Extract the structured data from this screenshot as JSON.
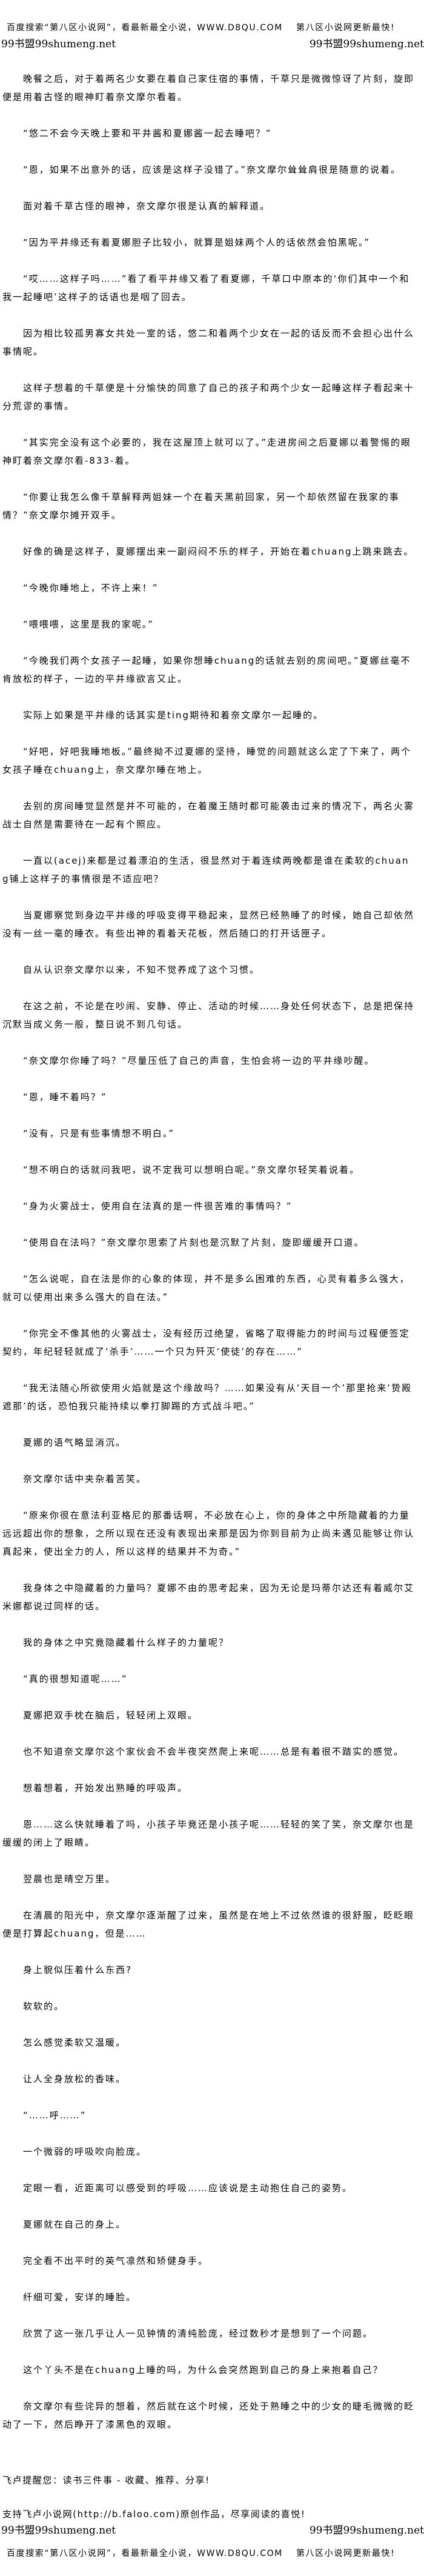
{
  "header": {
    "ad_text": "百度搜索“第八区小说网”，看最新最全小说，WWW.D8QU.COM",
    "ad_right": "第八区小说网更新最快!",
    "mark_left": "99书盟99shumeng.net",
    "mark_right": "99书盟99shumeng.net"
  },
  "paragraphs": [
    "晚餐之后，对于着两名少女要在着自己家住宿的事情，千草只是微微惊讶了片刻，旋即便是用着古怪的眼神盯着奈文摩尔看着。",
    "“悠二不会今天晚上要和平井酱和夏娜酱一起去睡吧？”",
    "“恩，如果不出意外的话，应该是这样子没错了。”奈文摩尔耸耸肩很是随意的说着。",
    "面对着千草古怪的眼神，奈文摩尔很是认真的解释道。",
    "“因为平井缘还有着夏娜胆子比较小，就算是姐妹两个人的话依然会怕黑呢。”",
    "“哎……这样子吗……”看了看平井缘又看了看夏娜，千草口中原本的‘你们其中一个和我一起睡吧’这样子的话语也是咽了回去。",
    "因为相比较孤男寡女共处一室的话，悠二和着两个少女在一起的话反而不会担心出什么事情呢。",
    "这样子想着的千草便是十分愉快的同意了自己的孩子和两个少女一起睡这样子看起来十分荒谬的事情。",
    "“其实完全没有这个必要的，我在这屋顶上就可以了。”走进房间之后夏娜以着警惕的眼神盯着奈文摩尔看-833-着。",
    "“你要让我怎么像千草解释两姐妹一个在着天黑前回家，另一个却依然留在我家的事情？”奈文摩尔摊开双手。",
    "好像的确是这样子，夏娜摆出来一副闷闷不乐的样子，开始在着chuang上跳来跳去。",
    "“今晚你睡地上，不许上来！”",
    "“喂喂喂，这里是我的家呢。”",
    "“今晚我们两个女孩子一起睡，如果你想睡chuang的话就去别的房间吧。”夏娜丝毫不肯放松的样子，一边的平井缘欲言又止。",
    "实际上如果是平井缘的话其实是ting期待和着奈文摩尔一起睡的。",
    "“好吧，好吧我睡地板。”最终拗不过夏娜的坚持，睡觉的问题就这么定了下来了，两个女孩子睡在chuang上，奈文摩尔睡在地上。",
    "去别的房间睡觉显然是并不可能的，在着魔王随时都可能袭击过来的情况下，两名火雾战士自然是需要待在一起有个照应。",
    "一直以(acej)来都是过着漂泊的生活，很显然对于着连续两晚都是谁在柔软的chuang铺上这样子的事情很是不适应吧？",
    "当夏娜察觉到身边平井缘的呼吸变得平稳起来，显然已经熟睡了的时候，她自己却依然没有一丝一毫的睡衣。有些出神的看着天花板，然后随口的打开话匣子。",
    "自从认识奈文摩尔以来，不知不觉养成了这个习惯。",
    "在这之前，不论是在吵闹、安静、停止、活动的时候……身处任何状态下，总是把保持沉默当成义务一般，整日说不到几句话。",
    "“奈文摩尔你睡了吗？”尽量压低了自己的声音，生怕会将一边的平井缘吵醒。",
    "“恩，睡不着吗？”",
    "“没有，只是有些事情想不明白。”",
    "“想不明白的话就问我吧，说不定我可以想明白呢。”奈文摩尔轻笑着说着。",
    "“身为火雾战士，使用自在法真的是一件很苦难的事情吗？”",
    "“使用自在法吗？”奈文摩尔思索了片刻也是沉默了片刻，旋即缓缓开口道。",
    "“怎么说呢，自在法是你的心象的体现，并不是多么困难的东西，心灵有着多么强大，就可以使用出来多么强大的自在法。”",
    "“你完全不像其他的火雾战士，没有经历过绝望，省略了取得能力的时间与过程便签定契约，年纪轻轻就成了‘杀手’……一个只为歼灭‘使徒’的存在……”",
    "“我无法随心所欲使用火焰就是这个缘故吗？……如果没有从‘天目一个’那里抢来‘贽殿遮那’的话，恐怕我只能持续以拳打脚踢的方式战斗吧。”",
    "夏娜的语气略显消沉。",
    "奈文摩尔话中夹杂着苦笑。",
    "“原来你很在意法利亚格尼的那番话啊，不必放在心上，你的身体之中所隐藏着的力量远远超出你的想象，之所以现在还没有表现出来那是因为你到目前为止尚未遇见能够让你认真起来，使出全力的人，所以这样的结果并不为奇。”",
    "我身体之中隐藏着的力量吗？夏娜不由的思考起来，因为无论是玛蒂尔达还有着威尔艾米娜都说过同样的话。",
    "我的身体之中究竟隐藏着什么样子的力量呢？",
    "“真的很想知道呢……”",
    "夏娜把双手枕在脑后，轻轻闭上双眼。",
    "也不知道奈文摩尔这个家伙会不会半夜突然爬上来呢……总是有着很不踏实的感觉。",
    "想着想着，开始发出熟睡的呼吸声。",
    "恩……这么快就睡着了吗，小孩子毕竟还是小孩子呢……轻轻的笑了笑，奈文摩尔也是缓缓的闭上了眼睛。",
    "翌晨也是晴空万里。",
    "在清晨的阳光中，奈文摩尔逐渐醒了过来，虽然是在地上不过依然谁的很舒服，眨眨眼便是打算起chuang，但是……",
    "身上貌似压着什么东西?",
    "软软的。",
    "怎么感觉柔软又温暖。",
    "让人全身放松的香味。",
    "“……呼……”",
    "一个微弱的呼吸吹向脸庞。",
    "定眼一看，近距离可以感受到的呼吸……应该说是主动抱住自己的姿势。",
    "夏娜就在自己的身上。",
    "完全看不出平时的英气凛然和矫健身手。",
    "纤细可爱，安详的睡脸。",
    "欣赏了这一张几乎让人一见钟情的清纯脸庞，经过数秒才是想到了一个问题。",
    "这个丫头不是在chuang上睡的吗，为什么会突然跑到自己的身上来抱着自己？",
    "奈文摩尔有些诧异的想着，然后就在这个时候，还处于熟睡之中的少女的睫毛微微的眨动了一下，然后睁开了漆黑色的双眼。"
  ],
  "footer": {
    "reminder": "飞卢提醒您：读书三件事 - 收藏、推荐、分享!",
    "support": "支持飞卢小说网(http://b.faloo.com)原创作品，尽享阅读的喜悦!",
    "mark_left": "99书盟99shumeng.net",
    "mark_right": "99书盟99shumeng.net",
    "ad_text": "百度搜索“第八区小说网”，看最新最全小说，WWW.D8QU.COM",
    "ad_right": "第八区小说网更新最快!"
  }
}
